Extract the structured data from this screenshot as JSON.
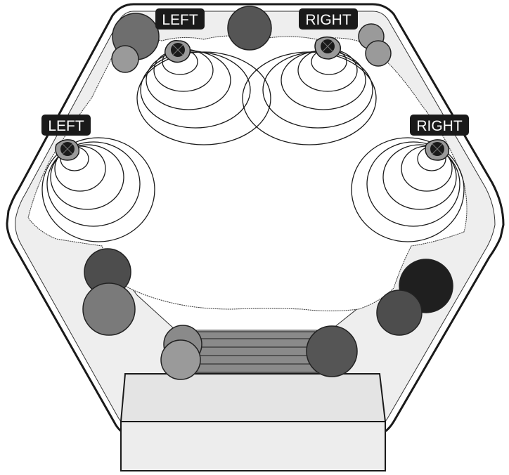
{
  "labels": {
    "top_left": "LEFT",
    "top_right": "RIGHT",
    "side_left": "LEFT",
    "side_right": "RIGHT"
  },
  "icons": {
    "speaker": "outdoor-speaker-icon",
    "shrub": "shrub-icon",
    "stairs": "steps-icon",
    "house": "house-block-icon"
  },
  "colors": {
    "yard_outline": "#1a1a1a",
    "lawn": "#eeeeee",
    "label_bg": "#1a1a1a",
    "label_text": "#ffffff",
    "shrub_dark": "#4d4d4d",
    "shrub_mid": "#737373",
    "shrub_light": "#9a9a9a",
    "shrub_black": "#1f1f1f",
    "house_fill": "#ededed"
  }
}
